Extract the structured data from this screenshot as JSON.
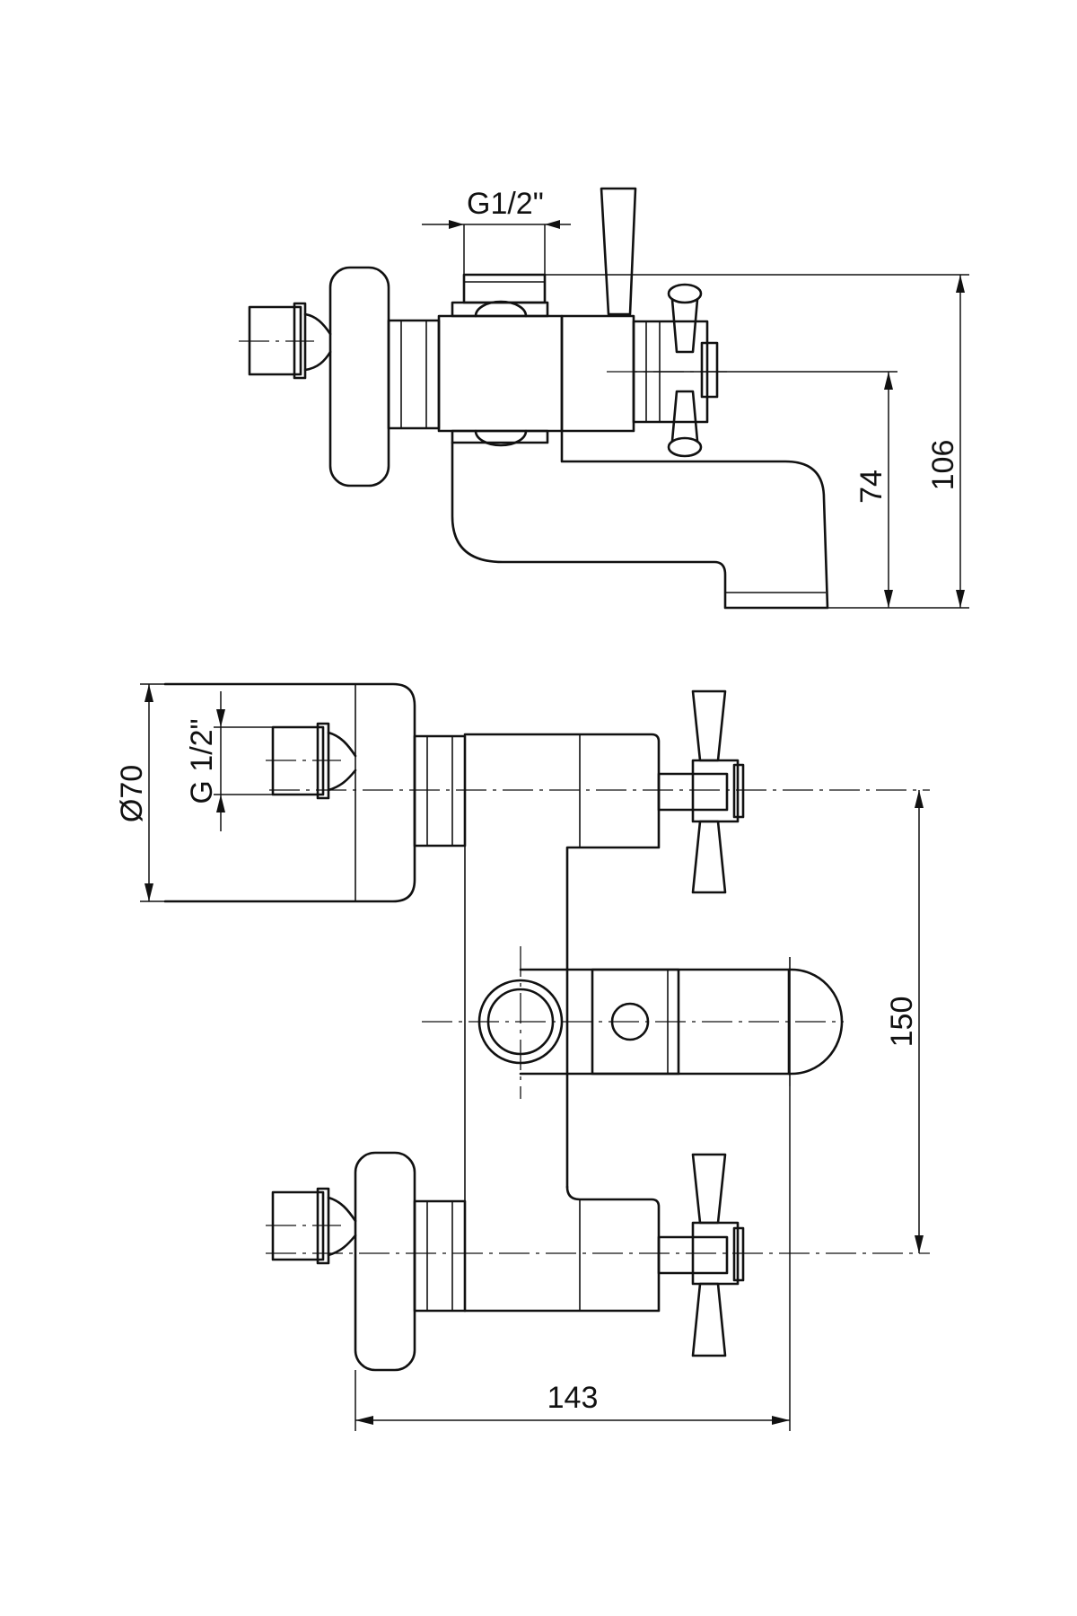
{
  "top_view": {
    "thread_label": "G1/2\"",
    "height_total": "106",
    "height_outlet": "74"
  },
  "front_view": {
    "diameter_label": "Ø70",
    "thread_label": "G 1/2\"",
    "centre_distance": "150",
    "width_total": "143"
  },
  "colors": {
    "line": "#111111",
    "background": "#ffffff"
  }
}
